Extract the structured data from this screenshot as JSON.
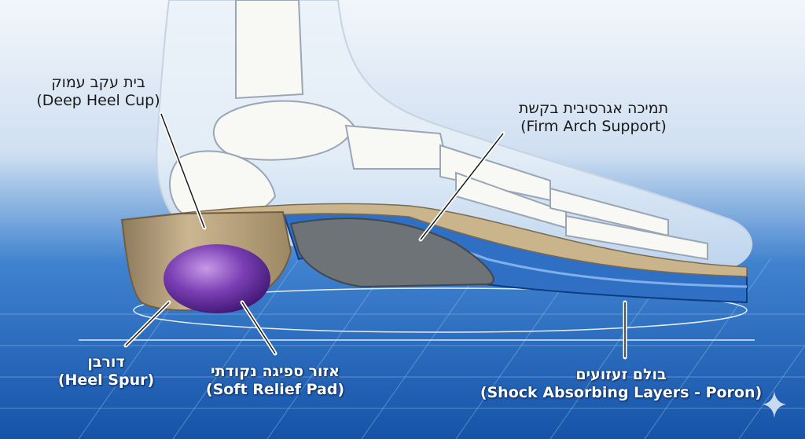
{
  "labels": {
    "heel_cup": {
      "hebrew": "בית עקב עמוק",
      "english": "(Deep Heel Cup)"
    },
    "arch_support": {
      "hebrew": "תמיכה אגרסיבית בקשת",
      "english": "(Firm Arch Support)"
    },
    "heel_spur": {
      "hebrew": "דורבן",
      "english": "(Heel Spur)"
    },
    "relief_pad": {
      "hebrew": "אזור ספיגה נקודתי",
      "english": "(Soft Relief Pad)"
    },
    "shock_layers": {
      "hebrew": "בולם זעזועים",
      "english": "(Shock Absorbing Layers - Poron)"
    }
  },
  "colors": {
    "background_top": "#eef3f9",
    "background_bottom": "#1b5fb5",
    "insole_tan": "#b9a37e",
    "layer_blue": "#2f6fc4",
    "arch_gray": "#6e7378",
    "pad_purple": "#7a3fb0"
  }
}
